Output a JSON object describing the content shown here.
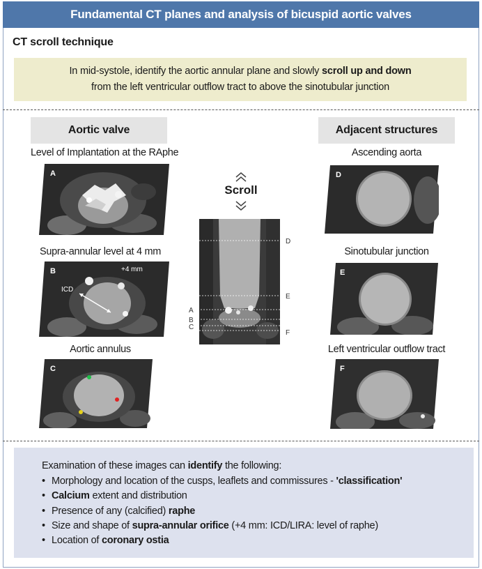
{
  "title": "Fundamental CT planes and analysis of bicuspid aortic valves",
  "section_heading": "CT scroll technique",
  "intro": {
    "line1_pre": "In mid-systole, identify the aortic annular plane and slowly ",
    "line1_bold": "scroll up and down",
    "line2": "from the left ventricular outflow tract to above the sinotubular junction"
  },
  "left_column": {
    "header": "Aortic valve",
    "panels": [
      {
        "letter": "A",
        "caption": "Level of Implantation at the RAphe"
      },
      {
        "letter": "B",
        "caption": "Supra-annular level at 4 mm",
        "tag": "+4 mm",
        "measure_label": "ICD"
      },
      {
        "letter": "C",
        "caption": "Aortic annulus"
      }
    ]
  },
  "right_column": {
    "header": "Adjacent structures",
    "panels": [
      {
        "letter": "D",
        "caption": "Ascending aorta"
      },
      {
        "letter": "E",
        "caption": "Sinotubular junction"
      },
      {
        "letter": "F",
        "caption": "Left ventricular outflow tract"
      }
    ]
  },
  "center": {
    "scroll_label": "Scroll",
    "right_markers": [
      "D",
      "E",
      "F"
    ],
    "left_markers": [
      "A",
      "B",
      "C"
    ]
  },
  "summary": {
    "intro_pre": "Examination of these images can ",
    "intro_bold": "identify",
    "intro_post": " the following:",
    "items": [
      {
        "pre": "Morphology and location of the cusps, leaflets and commissures - ",
        "bold": "'classification'",
        "post": ""
      },
      {
        "pre": "",
        "bold": "Calcium",
        "post": " extent and distribution"
      },
      {
        "pre": "Presence of any (calcified) ",
        "bold": "raphe",
        "post": ""
      },
      {
        "pre": "Size and shape of ",
        "bold": "supra-annular orifice",
        "post": " (+4 mm: ICD/LIRA: level of raphe)"
      },
      {
        "pre": "Location of ",
        "bold": "coronary ostia",
        "post": ""
      }
    ]
  },
  "colors": {
    "title_bar": "#4f77aa",
    "intro_bg": "#eeeccd",
    "summary_bg": "#dde1ee",
    "header_bg": "#e4e4e4"
  }
}
